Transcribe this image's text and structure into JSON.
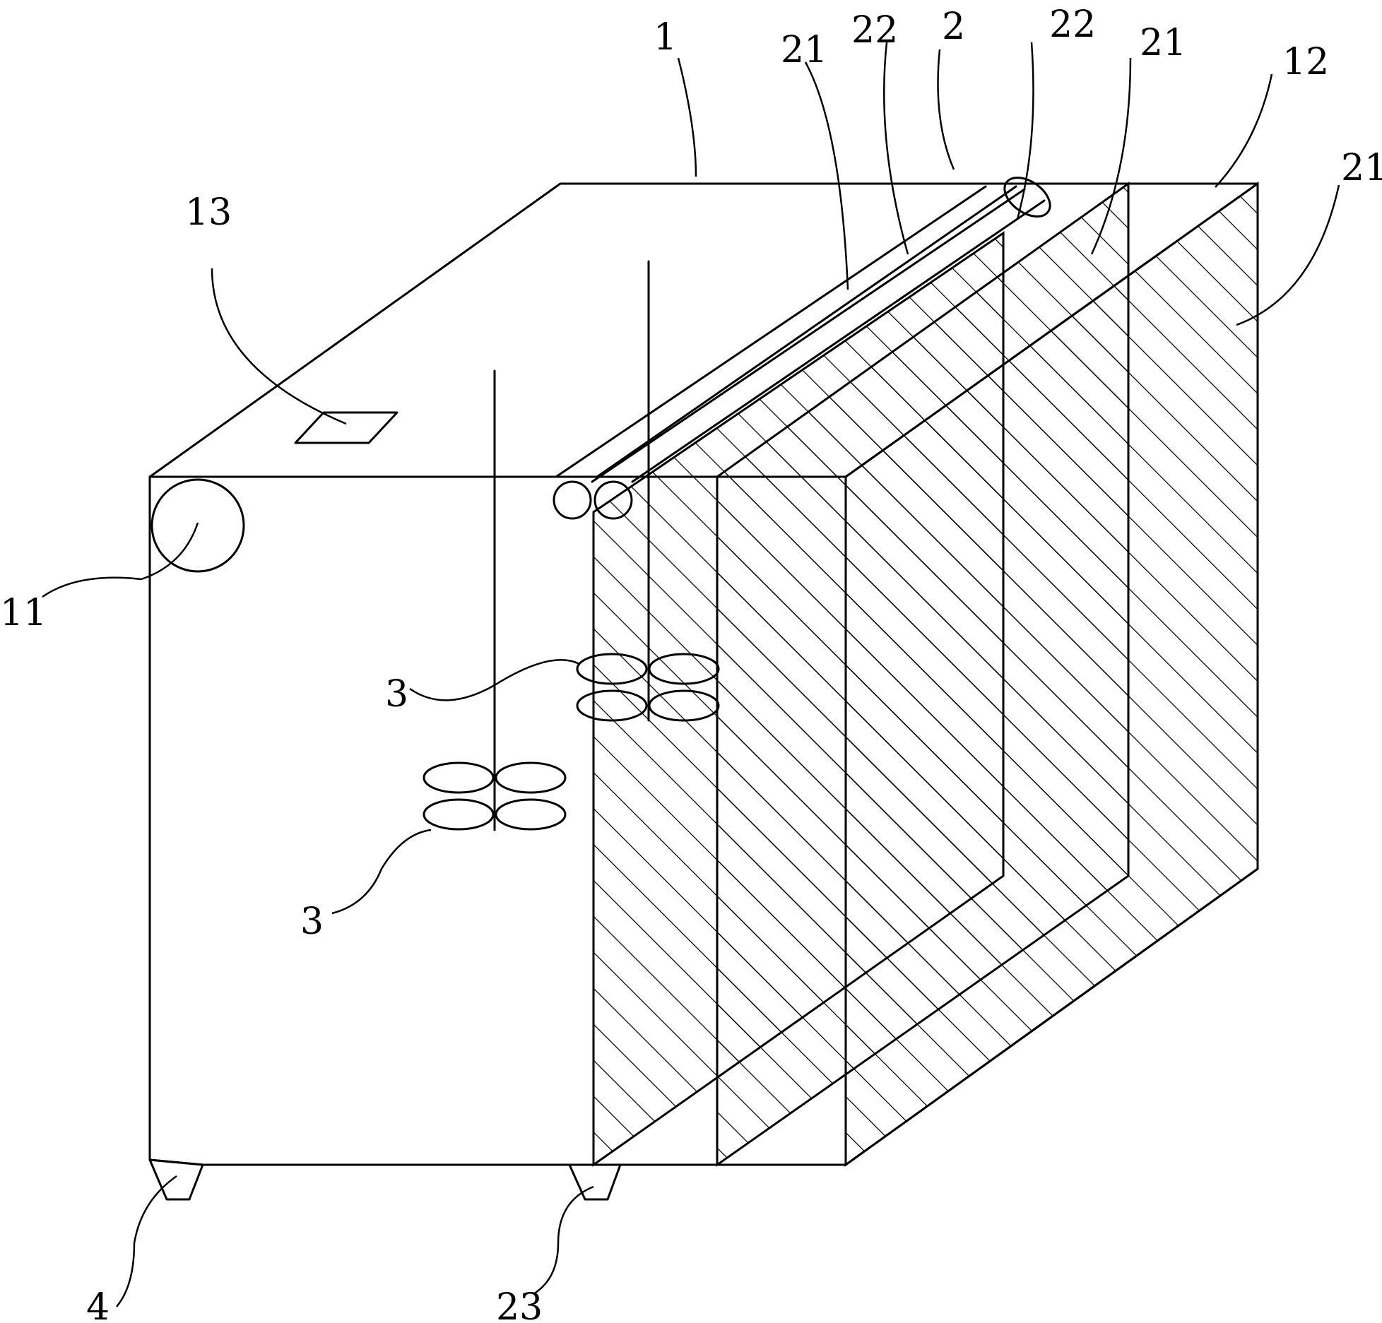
{
  "labels": {
    "housing": "1",
    "heat_sink": "2",
    "fan": "3",
    "foot": "4",
    "roller": "11",
    "side_opening": "12",
    "top_opening": "13",
    "fin": "21",
    "tube": "22",
    "sink_foot": "23"
  }
}
